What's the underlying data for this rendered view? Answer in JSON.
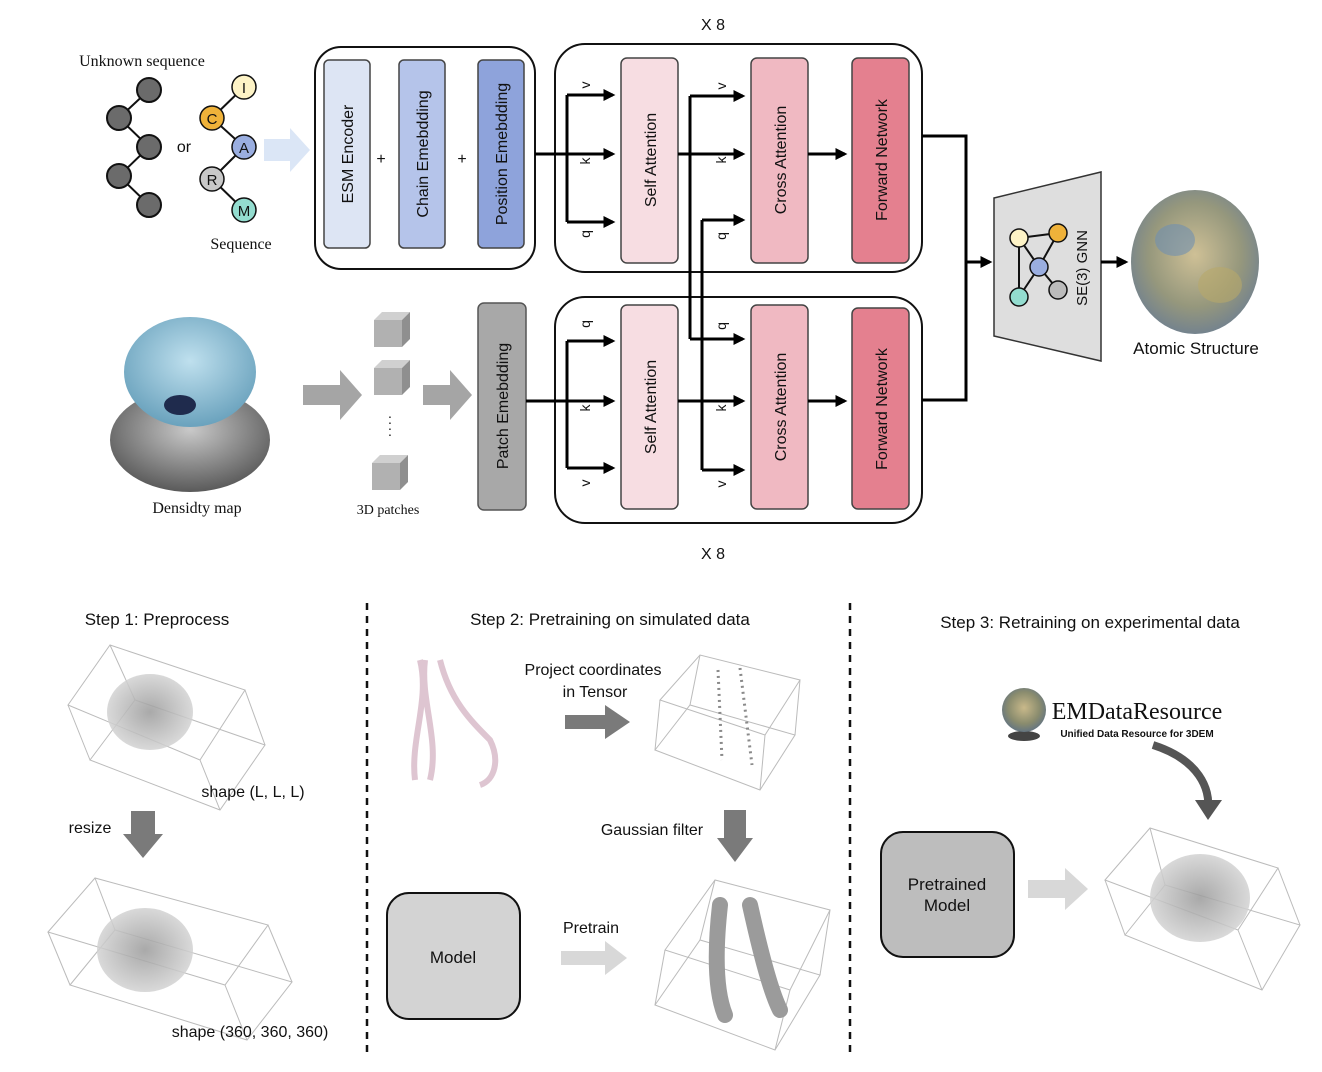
{
  "top": {
    "repeat_top": "X 8",
    "repeat_bottom": "X 8",
    "unknown_sequence_label": "Unknown sequence",
    "or_label": "or",
    "sequence_label": "Sequence",
    "residues": [
      "I",
      "C",
      "A",
      "R",
      "M"
    ],
    "encoder_blocks": [
      "ESM Encoder",
      "Chain Emebdding",
      "Position Emebdding"
    ],
    "plus": "+",
    "self_attention": "Self Attention",
    "cross_attention": "Cross Attention",
    "forward_network": "Forward Network",
    "qkv": {
      "q": "q",
      "k": "k",
      "v": "v"
    },
    "density_map_label": "Densidty map",
    "patches_label": "3D patches",
    "patch_embedding": "Patch Emebdding",
    "gnn_label": "SE(3) GNN",
    "atomic_structure_label": "Atomic Structure"
  },
  "bottom": {
    "step1": {
      "title": "Step 1: Preprocess",
      "shape1": "shape (L, L, L)",
      "resize": "resize",
      "shape2": "shape (360, 360, 360)"
    },
    "step2": {
      "title": "Step 2: Pretraining on simulated data",
      "project_line1": "Project coordinates",
      "project_line2": "in Tensor",
      "gaussian": "Gaussian filter",
      "model": "Model",
      "pretrain": "Pretrain"
    },
    "step3": {
      "title": "Step 3: Retraining on experimental data",
      "emdb_name": "EMDataResource",
      "emdb_tagline": "Unified Data Resource for 3DEM",
      "pretrained_line1": "Pretrained",
      "pretrained_line2": "Model"
    }
  },
  "colors": {
    "esm": "#dde5f4",
    "chain": "#b5c4ea",
    "position": "#8ea3db",
    "self_attn": "#f7dde2",
    "cross_attn": "#f0b9c2",
    "ffn": "#e4808f",
    "patch": "#a8a8a8",
    "model": "#d3d3d3",
    "pretrained": "#bdbdbd",
    "residue_I": "#fdf3c6",
    "residue_C": "#efb23a",
    "residue_A": "#9aaee0",
    "residue_R": "#c8c8c8",
    "residue_M": "#93dccf"
  }
}
